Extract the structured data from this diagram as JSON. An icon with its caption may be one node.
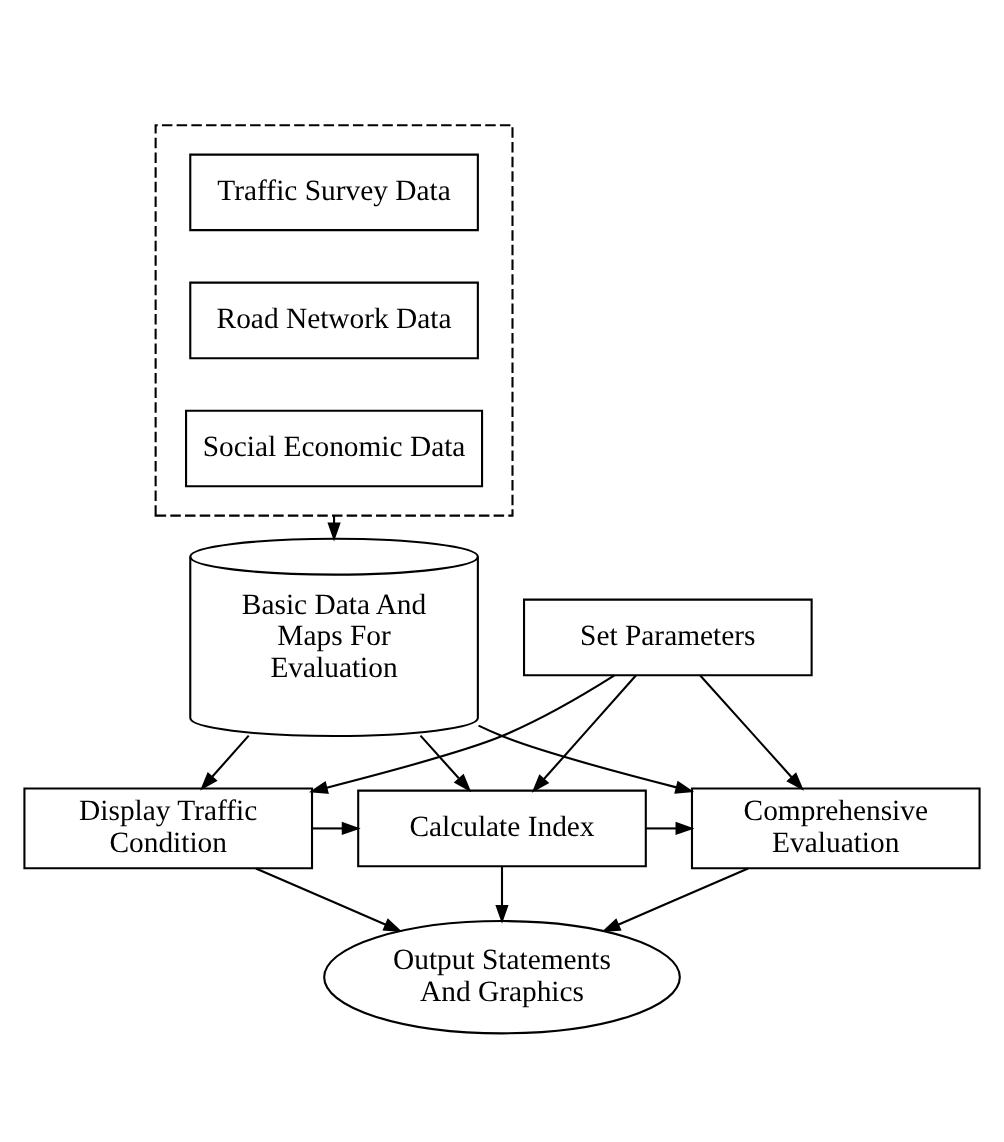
{
  "diagram": {
    "nodes": [
      {
        "text": [],
        "shape": "box"
      },
      {
        "text": [
          "Traffic Survey Data"
        ],
        "in": 0
      },
      {
        "text": [
          "Road Network Data"
        ],
        "in": 0
      },
      {
        "text": [
          "Social Economic Data"
        ],
        "in": 0
      },
      {
        "text": [
          "Basic Data And Maps For Evaluation"
        ]
      },
      {
        "text": [
          "Set Parameters"
        ]
      },
      {
        "text": [
          "Display Traffic Condition"
        ]
      },
      {
        "text": [
          "Calculate Index"
        ]
      },
      {
        "text": [
          "Comprehensive Evaluation"
        ]
      },
      {
        "text": [
          "Output Statements And Graphics"
        ]
      }
    ],
    "edges": [
      {
        "from": 0,
        "to": 4,
        "arrow": "to"
      },
      {
        "from": 4,
        "to": 6,
        "arrow": "to"
      },
      {
        "from": 4,
        "to": 7,
        "arrow": "to"
      },
      {
        "from": 4,
        "to": 8,
        "arrow": "to"
      },
      {
        "from": 5,
        "to": 6,
        "arrow": "to"
      },
      {
        "from": 5,
        "to": 7,
        "arrow": "to"
      },
      {
        "from": 5,
        "to": 8,
        "arrow": "to"
      },
      {
        "from": 6,
        "to": 7,
        "arrow": "to"
      },
      {
        "from": 7,
        "to": 8,
        "arrow": "to"
      },
      {
        "from": 6,
        "to": 9,
        "arrow": "to"
      },
      {
        "from": 7,
        "to": 9,
        "arrow": "to"
      },
      {
        "from": 8,
        "to": 9,
        "arrow": "to"
      }
    ]
  }
}
